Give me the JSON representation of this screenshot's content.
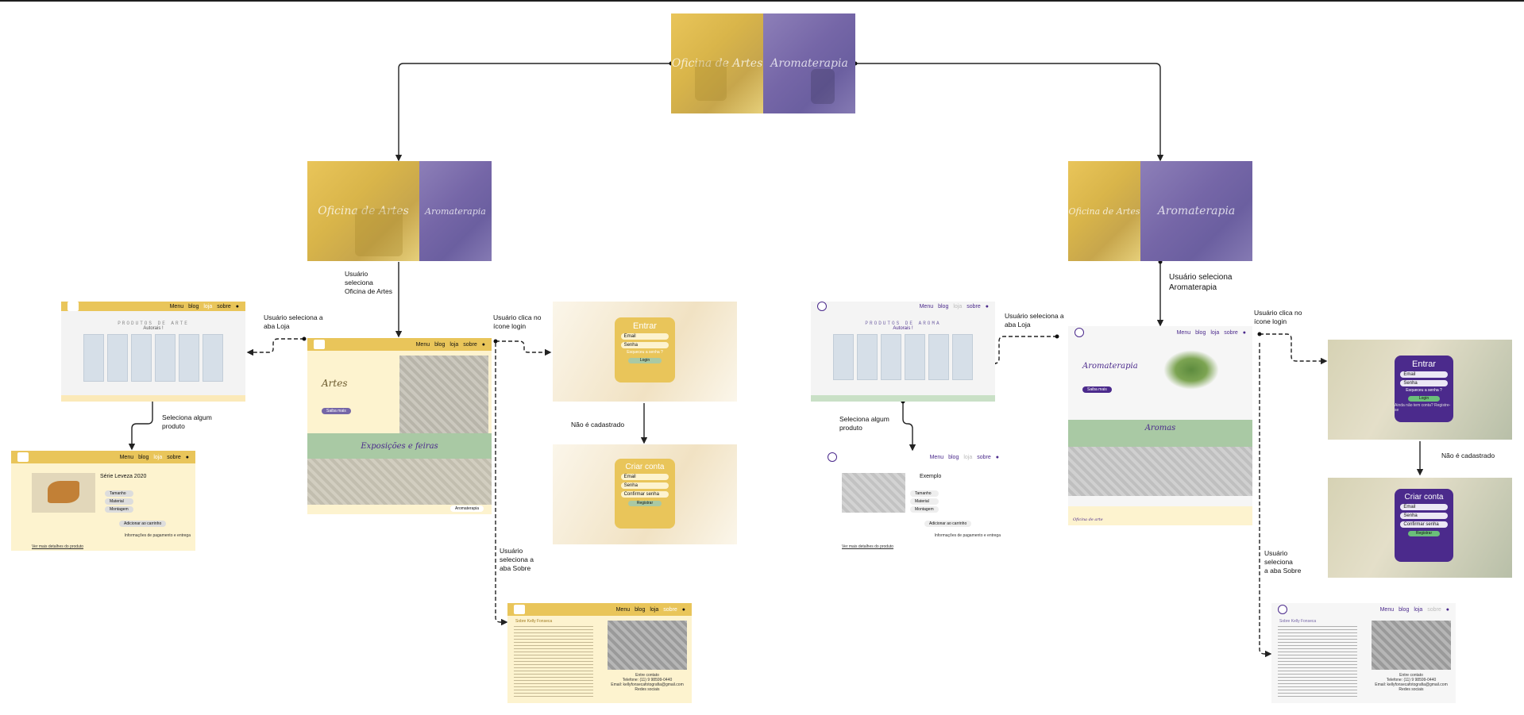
{
  "labels": {
    "selects_artes": "Usuário\nseleciona\nOficina de Artes",
    "selects_aroma": "Usuário seleciona\nAromaterapia",
    "loja_left": "Usuário seleciona a\naba Loja",
    "login_left": "Usuário clica no\nícone login",
    "produto_left": "Seleciona algum\nproduto",
    "nao_cadastrado_left": "Não é cadastrado",
    "sobre_left": "Usuário\nseleciona a\naba Sobre",
    "loja_right": "Usuário seleciona a\naba Loja",
    "produto_right": "Seleciona algum\nproduto",
    "login_right": "Usuário clica no\nícone login",
    "nao_cadastrado_right": "Não é cadastrado",
    "sobre_right": "Usuário\nseleciona\na aba Sobre"
  },
  "hero": {
    "left_title": "Oficina de Artes",
    "right_title": "Aromaterapia"
  },
  "nav": {
    "menu": "Menu",
    "blog": "blog",
    "loja": "loja",
    "sobre": "sobre"
  },
  "store": {
    "artes_heading": "PRODUTOS DE ARTE",
    "artes_sub": "Autorais !",
    "aroma_heading": "PRODUTOS DE AROMA",
    "aroma_sub": "Autorais !"
  },
  "product": {
    "artes_name": "Série Leveza 2020",
    "aroma_name": "Exemplo",
    "add_cart": "Adicionar ao carrinho",
    "payment_info": "Informações de pagamento e entrega",
    "more_details": "Ver mais detalhes do produto",
    "opt_size": "Tamanho",
    "opt_material": "Material",
    "opt_mount": "Montagem"
  },
  "artes_home": {
    "title": "Artes",
    "cta": "Saiba mais",
    "exhibitions": "Exposições e feiras",
    "footer_btn": "Aromaterapia"
  },
  "aroma_home": {
    "title": "Aromaterapia",
    "cta": "Saiba mais",
    "aromas": "Aromas",
    "footer": "Oficina de arte"
  },
  "login": {
    "title": "Entrar",
    "email": "Email",
    "senha": "Senha",
    "forgot": "Esqueceu a senha ?",
    "button": "Login",
    "no_account": "Ainda não tem conta? Registre-se"
  },
  "signup": {
    "title": "Criar conta",
    "email": "Email",
    "senha": "Senha",
    "confirm": "Confirmar senha",
    "button": "Registrar"
  },
  "about": {
    "heading": "Sobre Kelly Fonseca",
    "contact": "Entre contato",
    "phone": "Telefone: (11) 9 98599-0440",
    "email": "Email: kellyfonsecafotografia@gmail.com",
    "social": "Redes sociais"
  },
  "colors": {
    "yellow": "#e9c55a",
    "violet": "#7566a7",
    "cream": "#fdf3cf",
    "green": "#a9c9a4",
    "deep_violet": "#4b2a8c"
  }
}
